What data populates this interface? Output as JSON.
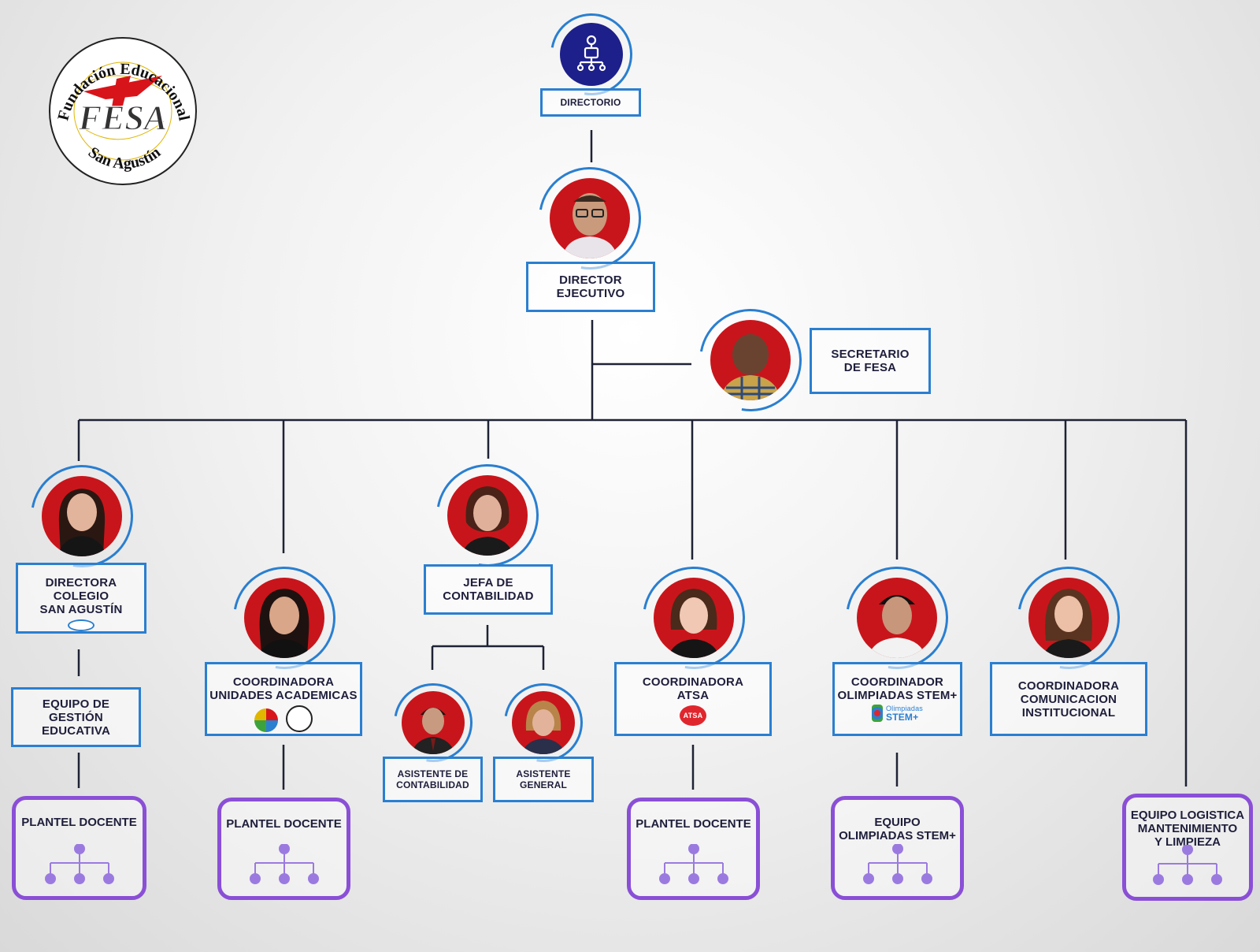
{
  "logo": {
    "top_text": "Fundación Educacional",
    "center_text": "FESA",
    "bottom_text": "San Agustín"
  },
  "nodes": {
    "directorio": "DIRECTORIO",
    "director": "DIRECTOR\nEJECUTIVO",
    "secretario": "SECRETARIO\nDE FESA",
    "directora_colegio": "DIRECTORA COLEGIO\nSAN AGUSTÍN",
    "equipo_gestion": "EQUIPO DE\nGESTIÓN\nEDUCATIVA",
    "coord_unidades": "COORDINADORA\nUNIDADES ACADEMICAS",
    "jefa_contabilidad": "JEFA DE\nCONTABILIDAD",
    "asistente_contabilidad": "ASISTENTE DE\nCONTABILIDAD",
    "asistente_general": "ASISTENTE\nGENERAL",
    "coord_atsa": "COORDINADORA\nATSA",
    "coord_olimpiadas": "COORDINADOR\nOLIMPIADAS STEM+",
    "coord_comunicacion": "COORDINADORA\nCOMUNICACION\nINSTITUCIONAL"
  },
  "teams": {
    "plantel_1": "PLANTEL DOCENTE",
    "plantel_2": "PLANTEL DOCENTE",
    "plantel_3": "PLANTEL DOCENTE",
    "equipo_olimpiadas": "EQUIPO\nOLIMPIADAS STEM+",
    "equipo_logistica": "EQUIPO LOGISTICA\nMANTENIMIENTO\nY LIMPIEZA"
  },
  "badges": {
    "atsa": "ATSA",
    "olimpiadas_small": "Olimpiadas",
    "olimpiadas_big": "STEM+"
  },
  "colors": {
    "line": "#1e2235",
    "box_border": "#2a7fd0",
    "team_border": "#8a4fd6",
    "photo_bg": "#c8151b",
    "directorio_icon_bg": "#1d1f8a",
    "logo_red": "#d8141b"
  },
  "icons": {
    "directorio": "org-structure-icon",
    "team": "hierarchy-icon"
  }
}
